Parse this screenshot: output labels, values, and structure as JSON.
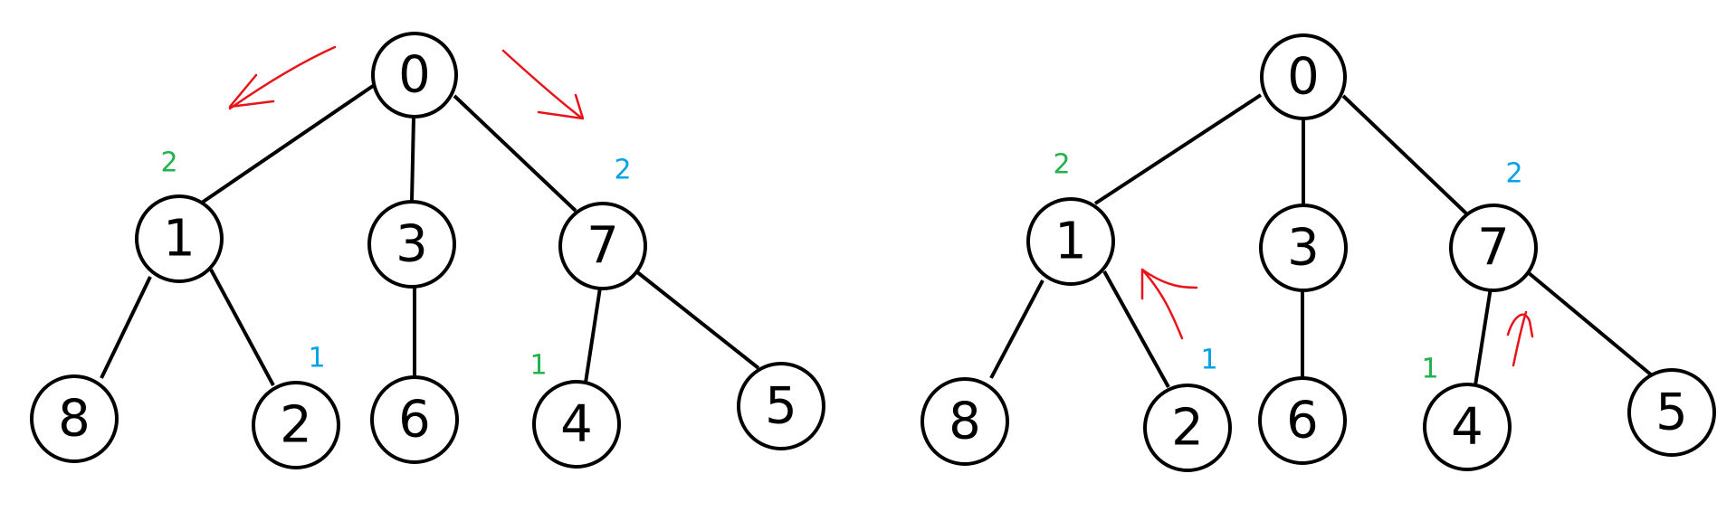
{
  "trees": [
    {
      "nodes": [
        {
          "id": "n0",
          "label": "0"
        },
        {
          "id": "n1",
          "label": "1"
        },
        {
          "id": "n3",
          "label": "3"
        },
        {
          "id": "n7",
          "label": "7"
        },
        {
          "id": "n8",
          "label": "8"
        },
        {
          "id": "n2",
          "label": "2"
        },
        {
          "id": "n6",
          "label": "6"
        },
        {
          "id": "n4",
          "label": "4"
        },
        {
          "id": "n5",
          "label": "5"
        }
      ],
      "annotations": [
        {
          "target": "n1",
          "text": "2",
          "color": "#22b14c"
        },
        {
          "target": "n7",
          "text": "2",
          "color": "#00a2e8"
        },
        {
          "target": "n2",
          "text": "1",
          "color": "#00a2e8"
        },
        {
          "target": "n4",
          "text": "1",
          "color": "#22b14c"
        }
      ]
    },
    {
      "nodes": [
        {
          "id": "n0",
          "label": "0"
        },
        {
          "id": "n1",
          "label": "1"
        },
        {
          "id": "n3",
          "label": "3"
        },
        {
          "id": "n7",
          "label": "7"
        },
        {
          "id": "n8",
          "label": "8"
        },
        {
          "id": "n2",
          "label": "2"
        },
        {
          "id": "n6",
          "label": "6"
        },
        {
          "id": "n4",
          "label": "4"
        },
        {
          "id": "n5",
          "label": "5"
        }
      ],
      "annotations": [
        {
          "target": "n1",
          "text": "2",
          "color": "#22b14c"
        },
        {
          "target": "n7",
          "text": "2",
          "color": "#00a2e8"
        },
        {
          "target": "n2",
          "text": "1",
          "color": "#00a2e8"
        },
        {
          "target": "n4",
          "text": "1",
          "color": "#22b14c"
        }
      ]
    }
  ],
  "edges": [
    [
      "n0",
      "n1"
    ],
    [
      "n0",
      "n3"
    ],
    [
      "n0",
      "n7"
    ],
    [
      "n1",
      "n8"
    ],
    [
      "n1",
      "n2"
    ],
    [
      "n3",
      "n6"
    ],
    [
      "n7",
      "n4"
    ],
    [
      "n7",
      "n5"
    ]
  ],
  "arrow_color": "#e8141a",
  "arrows": [
    {
      "tree": 0,
      "from": "n0",
      "to": "n1",
      "direction": "down"
    },
    {
      "tree": 0,
      "from": "n0",
      "to": "n7",
      "direction": "down"
    },
    {
      "tree": 1,
      "from": "n2",
      "to": "n1",
      "direction": "up"
    },
    {
      "tree": 1,
      "from": "n4",
      "to": "n7",
      "direction": "up"
    }
  ]
}
